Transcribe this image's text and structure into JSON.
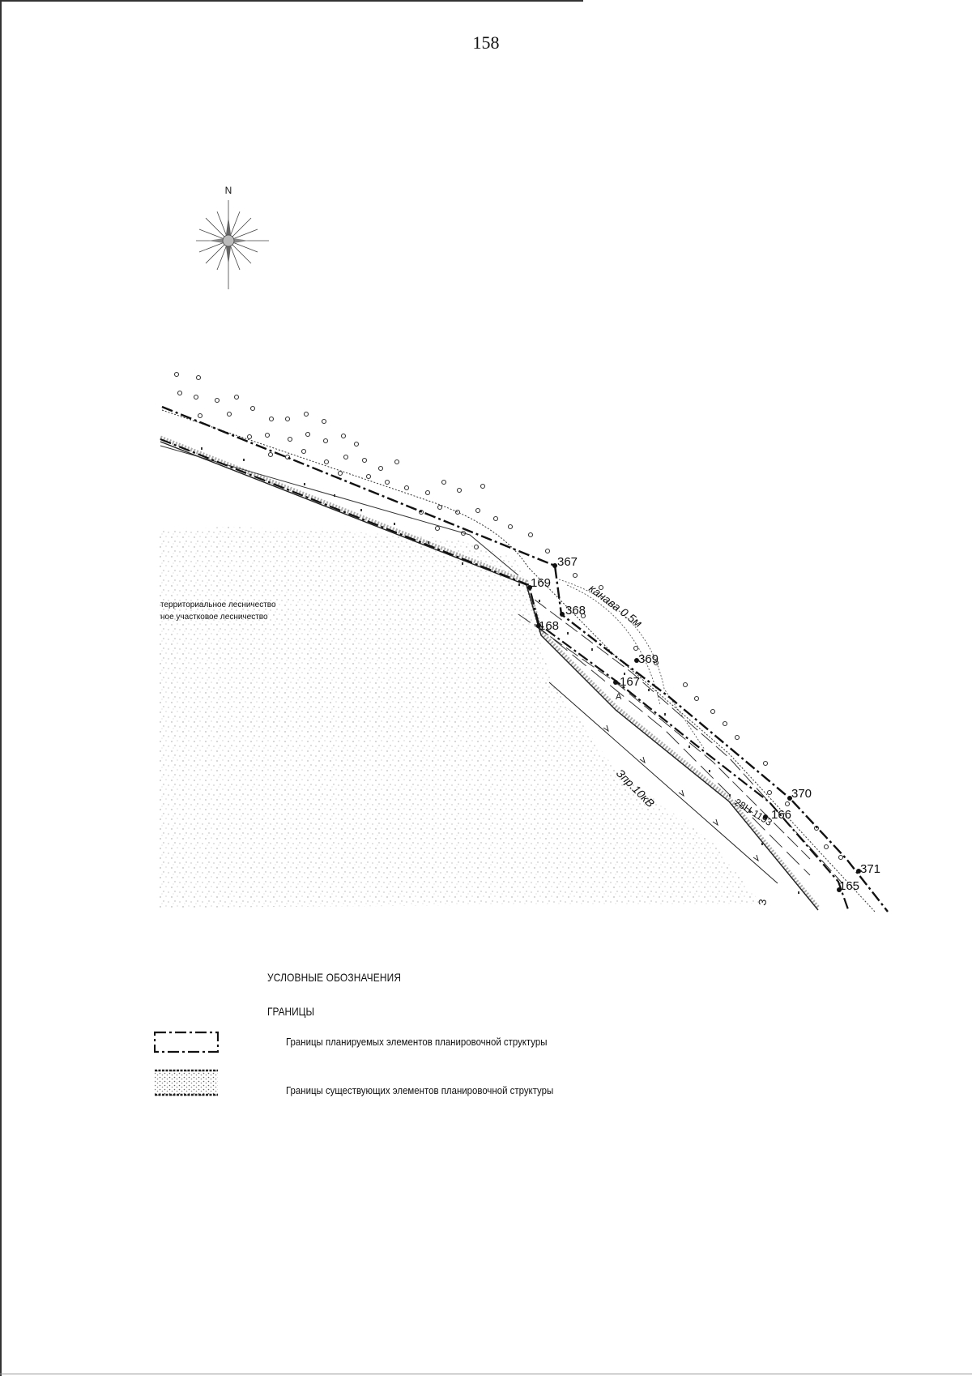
{
  "page": {
    "number": "158"
  },
  "compass": {
    "north_label": "N",
    "icon": "compass-rose-icon"
  },
  "map": {
    "forestry_labels": [
      "территориальное лесничество",
      "ное участковое лесничество"
    ],
    "points": [
      "367",
      "368",
      "369",
      "169",
      "168",
      "167",
      "370",
      "166",
      "371",
      "165"
    ],
    "ditch_label": "канава 0.5м",
    "powerline_label": "Зпр.10кВ",
    "road_label": "28Н-1193",
    "marker_a": "А",
    "marker_3": "З"
  },
  "legend": {
    "title": "УСЛОВНЫЕ ОБОЗНАЧЕНИЯ",
    "section": "ГРАНИЦЫ",
    "items": [
      {
        "symbol": "dash-dot-boundary-icon",
        "text": "Границы планируемых элементов планировочной структуры"
      },
      {
        "symbol": "hatched-boundary-icon",
        "text": "Границы существующих элементов планировочной структуры"
      }
    ]
  }
}
